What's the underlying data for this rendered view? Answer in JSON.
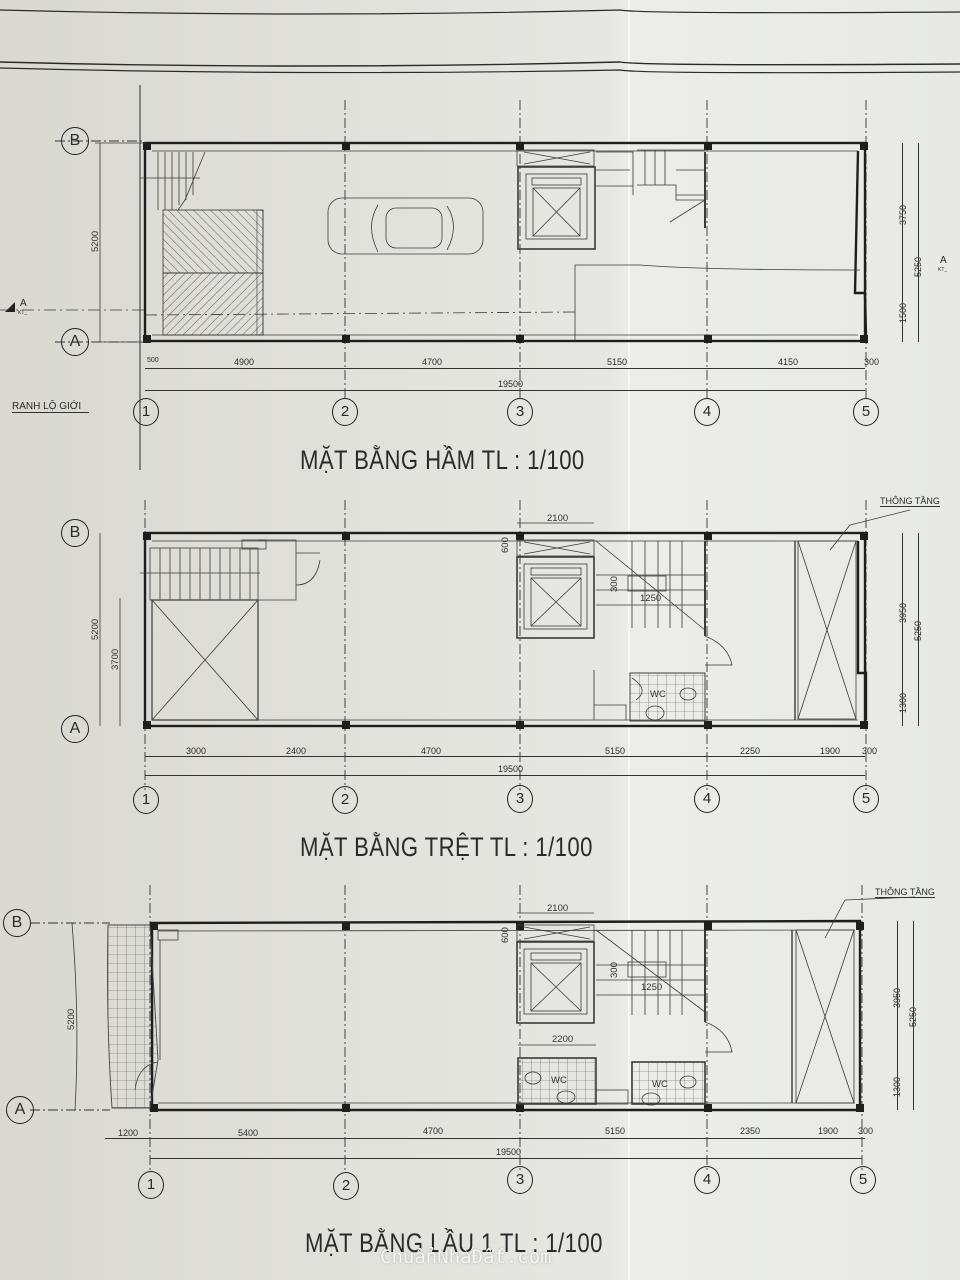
{
  "document": {
    "type": "architectural-floor-plans",
    "watermark": "ChuẩnNhàĐất.com",
    "boundary_label": "RANH LỘ GIỚI",
    "void_label": "THÔNG TẦNG",
    "section_marker": {
      "letter": "A",
      "ref": "KT_"
    },
    "axis_labels": {
      "columns": [
        "1",
        "2",
        "3",
        "4",
        "5"
      ],
      "rows": [
        "A",
        "B"
      ]
    }
  },
  "plans": [
    {
      "id": "basement",
      "title": "MẶT BẰNG HẦM TL : 1/100",
      "dims_bottom": [
        "500",
        "4900",
        "4700",
        "5150",
        "4150",
        "300"
      ],
      "dim_total": "19500",
      "dims_left": [
        "5200"
      ],
      "dims_right": [
        "3750",
        "1500",
        "5250"
      ],
      "room_labels": []
    },
    {
      "id": "ground",
      "title": "MẶT BẰNG TRỆT TL : 1/100",
      "dims_bottom": [
        "3000",
        "2400",
        "4700",
        "5150",
        "2250",
        "1900",
        "300"
      ],
      "dim_total": "19500",
      "dims_left": [
        "5200",
        "3700"
      ],
      "dims_right": [
        "3950",
        "1300",
        "5250"
      ],
      "dims_inner": [
        "2100",
        "600",
        "300",
        "1250"
      ],
      "room_labels": [
        "WC"
      ]
    },
    {
      "id": "floor1",
      "title": "MẶT BẰNG LẦU 1 TL : 1/100",
      "dims_bottom": [
        "1200",
        "5400",
        "4700",
        "5150",
        "2350",
        "1900",
        "300"
      ],
      "dim_total": "19500",
      "dims_left": [
        "5200"
      ],
      "dims_right": [
        "3950",
        "1300",
        "5250"
      ],
      "dims_inner": [
        "2100",
        "600",
        "300",
        "1250",
        "2200"
      ],
      "room_labels": [
        "WC",
        "WC"
      ]
    }
  ]
}
